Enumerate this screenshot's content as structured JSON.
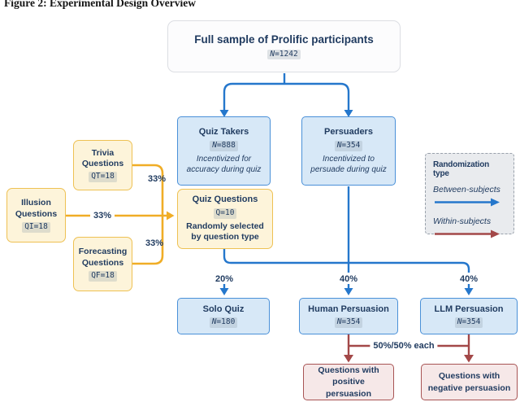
{
  "figure": {
    "caption": "Figure 2: Experimental Design Overview"
  },
  "boxes": {
    "full_sample": {
      "title": "Full sample of Prolific participants",
      "n": "N=1242"
    },
    "quiz_takers": {
      "title": "Quiz Takers",
      "n": "N=888",
      "subtitle": "Incentivized for accuracy during quiz"
    },
    "persuaders": {
      "title": "Persuaders",
      "n": "N=354",
      "subtitle": "Incentivized to persuade during quiz"
    },
    "trivia": {
      "title": "Trivia Questions",
      "n": "QT=18"
    },
    "illusion": {
      "title": "Illusion Questions",
      "n": "QI=18"
    },
    "forecasting": {
      "title": "Forecasting Questions",
      "n": "QF=18"
    },
    "quiz_questions": {
      "title": "Quiz Questions",
      "n": "Q=10",
      "subtitle": "Randomly selected by question type"
    },
    "solo_quiz": {
      "title": "Solo Quiz",
      "n": "N=180"
    },
    "human_persuasion": {
      "title": "Human Persuasion",
      "n": "N=354"
    },
    "llm_persuasion": {
      "title": "LLM Persuasion",
      "n": "N=354"
    },
    "positive_persuasion": {
      "title": "Questions with positive persuasion"
    },
    "negative_persuasion": {
      "title": "Questions with negative persuasion"
    }
  },
  "legend": {
    "title": "Randomization type",
    "between_label": "Between-subjects",
    "within_label": "Within-subjects"
  },
  "flow_labels": {
    "trivia_pct": "33%",
    "illusion_pct": "33%",
    "forecasting_pct": "33%",
    "solo_pct": "20%",
    "human_pct": "40%",
    "llm_pct": "40%",
    "split_label": "50%/50% each"
  },
  "colors": {
    "between_subjects_arrow": "#2577cc",
    "within_subjects_arrow": "#a34848",
    "question_type_arrow": "#f0ad26",
    "blue_box_fill": "#d7e8f7",
    "blue_box_border": "#4a90d8",
    "yellow_box_fill": "#fdf4da",
    "yellow_box_border": "#eec153",
    "red_box_fill": "#f6e8e8",
    "red_box_border": "#a85454",
    "neutral_box_border": "#dcdee3",
    "text": "#1f3a5f"
  }
}
